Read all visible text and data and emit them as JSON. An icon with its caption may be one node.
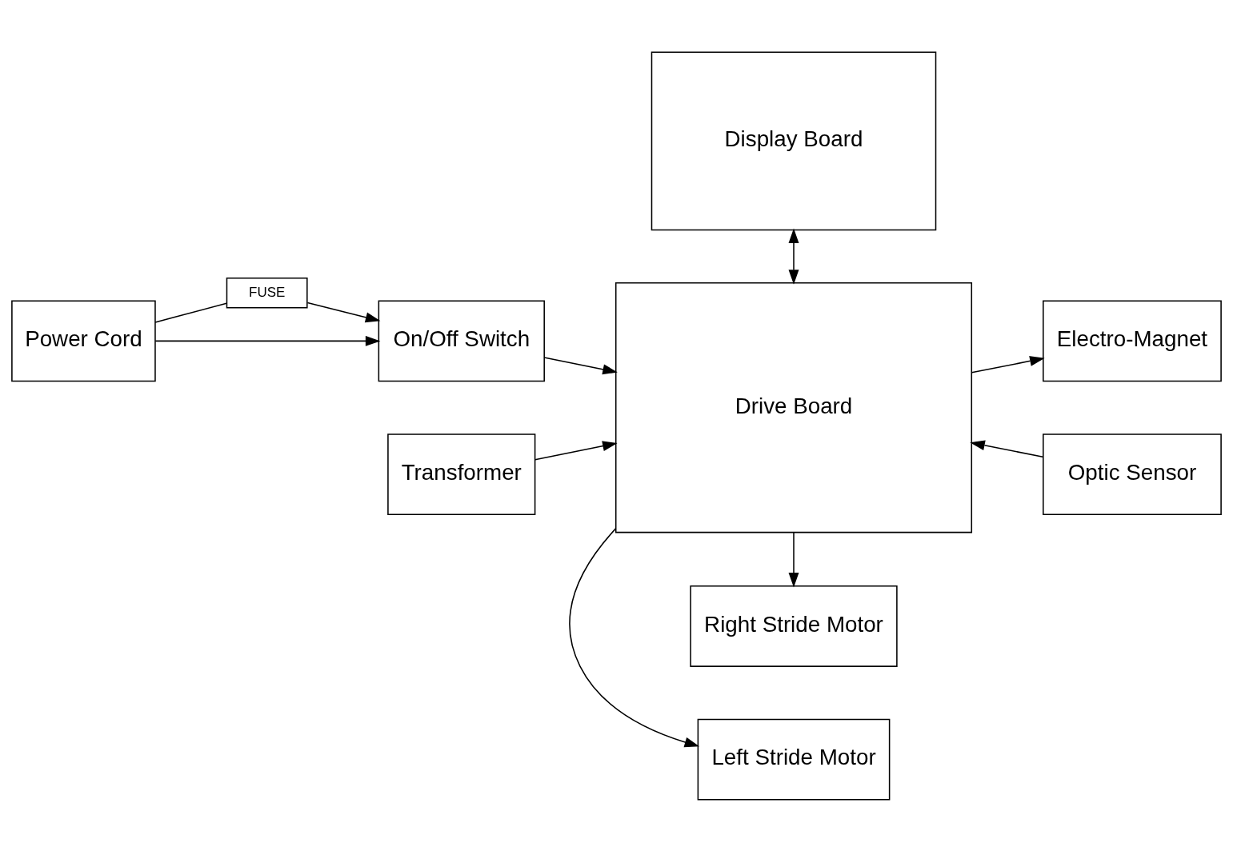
{
  "diagram": {
    "nodes": [
      {
        "text": [
          "Display Board"
        ]
      },
      {
        "text": [
          "Power Cord"
        ]
      },
      {
        "text": [
          "FUSE"
        ]
      },
      {
        "text": [
          "On/Off Switch"
        ]
      },
      {
        "text": [
          "Drive Board"
        ]
      },
      {
        "text": [
          "Electro-Magnet"
        ]
      },
      {
        "text": [
          "Transformer"
        ]
      },
      {
        "text": [
          "Optic Sensor"
        ]
      },
      {
        "text": [
          "Left Stride Motor"
        ]
      },
      {
        "text": [
          "Right Stride Motor"
        ]
      }
    ],
    "edges": [
      {
        "from": 0,
        "to": 4,
        "arrow": "both"
      },
      {
        "from": 1,
        "to": 3,
        "arrow": "to"
      },
      {
        "from": 1,
        "to": 2,
        "arrow": "none"
      },
      {
        "from": 2,
        "to": 3,
        "arrow": "to"
      },
      {
        "from": 3,
        "to": 4,
        "arrow": "to"
      },
      {
        "from": 6,
        "to": 4,
        "arrow": "to"
      },
      {
        "from": 4,
        "to": 5,
        "arrow": "to"
      },
      {
        "from": 7,
        "to": 4,
        "arrow": "to"
      },
      {
        "from": 4,
        "to": 8,
        "arrow": "to"
      },
      {
        "from": 4,
        "to": 9,
        "arrow": "to"
      }
    ]
  }
}
